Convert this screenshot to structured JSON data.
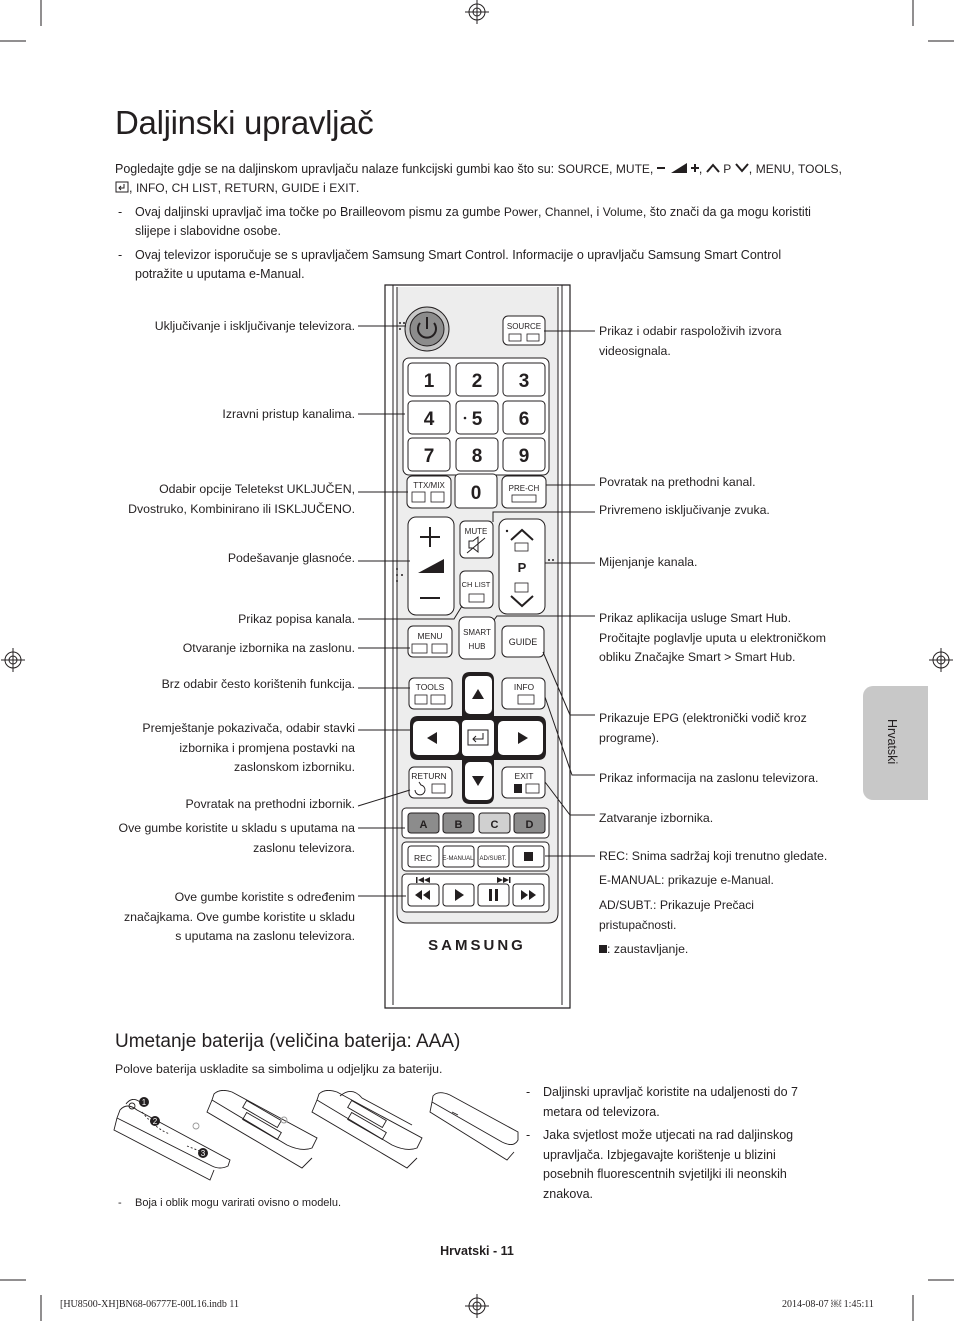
{
  "title": "Daljinski upravljač",
  "intro": {
    "prefix": "Pogledajte gdje se na daljinskom upravljaču nalaze funkcijski gumbi kao što su: ",
    "source": "SOURCE",
    "mute": "MUTE",
    "p": "P",
    "menu": "MENU",
    "tools": "TOOLS",
    "info": "INFO",
    "chlist": "CH LIST",
    "return": "RETURN",
    "guide": "GUIDE",
    "and": " i ",
    "exit": "EXIT",
    "dot": "."
  },
  "notes": {
    "dash": "-",
    "n1_prefix": "Ovaj daljinski upravljač ima točke po Brailleovom pismu za gumbe ",
    "n1_power": "Power",
    "n1_channel": "Channel",
    "n1_i": ", i ",
    "n1_volume": "Volume",
    "n1_suffix": ", što znači da ga mogu koristiti slijepe i slabovidne osobe.",
    "n2": "Ovaj televizor isporučuje se s upravljačem Samsung Smart Control. Informacije o upravljaču Samsung Smart Control potražite u uputama e-Manual."
  },
  "left_labels": {
    "power": "Uključivanje i isključivanje televizora.",
    "channels": "Izravni pristup kanalima.",
    "teletext": "Odabir opcije Teletekst UKLJUČEN, Dvostruko, Kombinirano ili ISKLJUČENO.",
    "volume": "Podešavanje glasnoće.",
    "chlist": "Prikaz popisa kanala.",
    "menu": "Otvaranje izbornika na zaslonu.",
    "tools": "Brz odabir često korištenih funkcija.",
    "navigate": "Premještanje pokazivača, odabir stavki izbornika i promjena postavki na zaslonskom izborniku.",
    "return": "Povratak na prethodni izbornik.",
    "color": "Ove gumbe koristite u skladu s uputama na zaslonu televizora.",
    "special": "Ove gumbe koristite s određenim značajkama. Ove gumbe koristite u skladu s uputama na zaslonu televizora."
  },
  "right_labels": {
    "source": "Prikaz i odabir raspoloživih izvora videosignala.",
    "prech": "Povratak na prethodni kanal.",
    "mute": "Privremeno isključivanje zvuka.",
    "channel": "Mijenjanje kanala.",
    "smart_a": "Prikaz aplikacija usluge ",
    "smart_hub": "Smart Hub",
    "smart_b": "Pročitajte poglavlje uputa u elektroničkom obliku ",
    "smart_features": "Značajke Smart",
    "smart_gt": " > ",
    "epg_a": "Prikazuje ",
    "epg": "EPG",
    "epg_b": " (elektronički vodič kroz programe).",
    "info": "Prikaz informacija na zaslonu televizora.",
    "exit": "Zatvaranje izbornika.",
    "rec": "REC",
    "rec_text": ": Snima sadržaj koji trenutno gledate.",
    "emanual": "E-MANUAL",
    "emanual_text": ": prikazuje ",
    "emanual_val": "e-Manual",
    "adsubt": "AD/SUBT.",
    "adsubt_text": ": Prikazuje ",
    "adsubt_val": "Prečaci pristupačnosti",
    "stop_text": ": zaustavljanje."
  },
  "remote": {
    "source": "SOURCE",
    "digits": [
      "1",
      "2",
      "3",
      "4",
      "5",
      "6",
      "7",
      "8",
      "9"
    ],
    "zero": "0",
    "ttx": "TTX/MIX",
    "prech": "PRE-CH",
    "mute": "MUTE",
    "chlist": "CH LIST",
    "p": "P",
    "menu": "MENU",
    "smart": "SMART",
    "hub": "HUB",
    "guide": "GUIDE",
    "tools": "TOOLS",
    "info": "INFO",
    "return": "RETURN",
    "exit": "EXIT",
    "colors": [
      "A",
      "B",
      "C",
      "D"
    ],
    "rec": "REC",
    "emanual": "E-MANUAL",
    "adsubt": "AD/SUBT.",
    "brand": "SAMSUNG"
  },
  "batteries": {
    "title": "Umetanje baterija (veličina baterija: AAA)",
    "sub": "Polove baterija uskladite sa simbolima u odjeljku za bateriju.",
    "bullets": [
      "Daljinski upravljač koristite na udaljenosti do 7 metara od televizora.",
      "Jaka svjetlost može utjecati na rad daljinskog upravljača. Izbjegavajte korištenje u blizini posebnih fluorescentnih svjetiljki ili neonskih znakova."
    ],
    "steps": [
      "1",
      "2",
      "3"
    ],
    "footnote": "Boja i oblik mogu varirati ovisno o modelu."
  },
  "side_tab": "Hrvatski",
  "page_number": "Hrvatski - 11",
  "print_info": {
    "left": "[HU8500-XH]BN68-06777E-00L16.indb   11",
    "right": "2014-08-07   ￼ 1:45:11"
  }
}
